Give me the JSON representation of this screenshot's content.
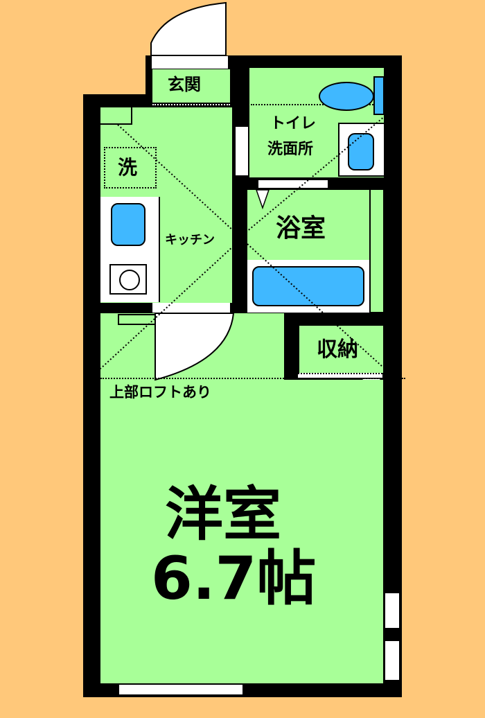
{
  "floorplan": {
    "colors": {
      "background": "#FFC87A",
      "floor": "#A8FF98",
      "wall": "#000000",
      "fixture": "#40B8FF",
      "opening": "#FFFFFF"
    },
    "rooms": {
      "entrance": "玄関",
      "toilet_washroom_line1": "トイレ",
      "toilet_washroom_line2": "洗面所",
      "washer": "洗",
      "kitchen": "キッチン",
      "bathroom": "浴室",
      "storage": "収納",
      "loft_note": "上部ロフトあり",
      "western_room": "洋室",
      "western_room_size": "6.7帖"
    }
  }
}
